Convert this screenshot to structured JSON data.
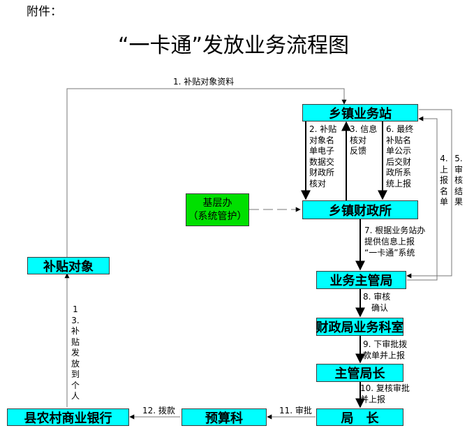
{
  "header": {
    "attachment": "附件：",
    "title": "“一卡通”发放业务流程图"
  },
  "nodes": {
    "township_station": "乡镇业务站",
    "township_finance": "乡镇财政所",
    "grassroots_office_line1": "基层办",
    "grassroots_office_line2": "（系统管护）",
    "subsidy_recipient": "补贴对象",
    "business_bureau": "业务主管局",
    "finance_office": "财政局业务科室",
    "bureau_head": "主管局长",
    "director": "局　长",
    "budget_section": "预算科",
    "county_bank": "县农村商业银行"
  },
  "steps": {
    "s1": "1. 补贴对象资料",
    "s2": [
      "2. 补贴",
      "对象名",
      "单电子",
      "数据交",
      "财政所",
      "核对"
    ],
    "s3": [
      "3. 信息",
      "核对",
      "反馈"
    ],
    "s6": [
      "6. 最终",
      "补贴名",
      "单公示",
      "后交财",
      "政所系",
      "统上报"
    ],
    "s4": "4.上报名单",
    "s5": "5.审核结果",
    "s7": [
      "7. 根据业务站办",
      "提供信息上报",
      "“一卡通”系统"
    ],
    "s8": [
      "8. 审核",
      "确认"
    ],
    "s9": [
      "9. 下审批拨",
      "款单并上报"
    ],
    "s10": [
      "10. 复核审批",
      "并上报"
    ],
    "s11": "11. 审批",
    "s12": "12. 拨款",
    "s13": "13.补贴发放到个人"
  }
}
